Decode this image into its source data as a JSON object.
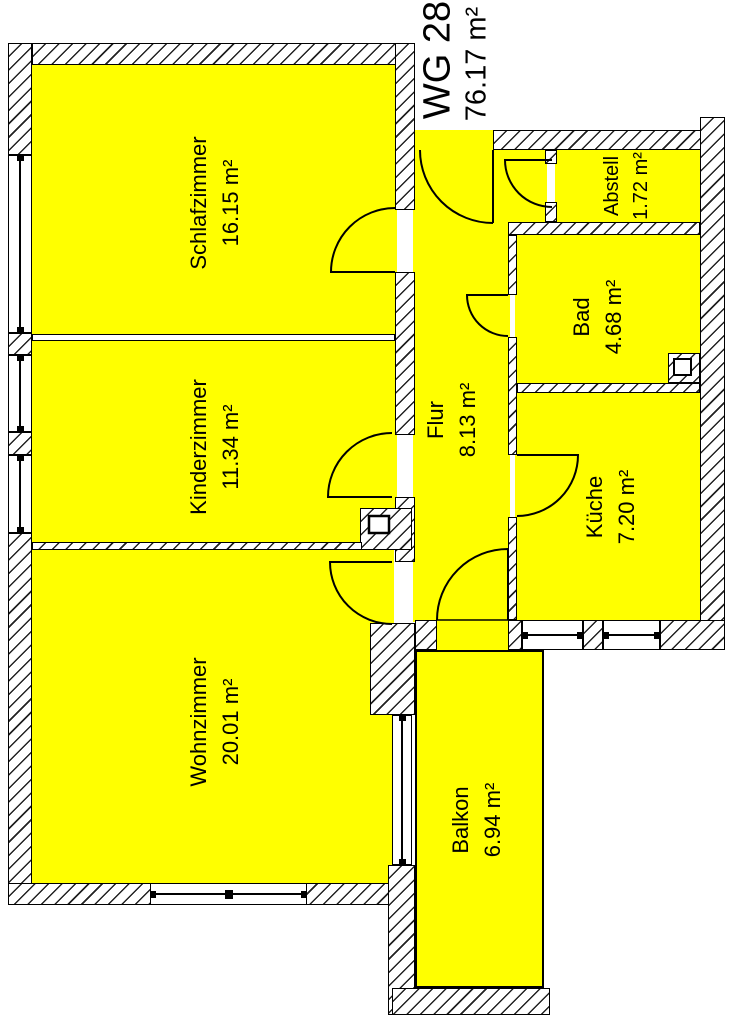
{
  "title": {
    "line1": "WG 28",
    "line2": "76.17 m²"
  },
  "colors": {
    "room_fill": "#ffff00",
    "wall_fill": "#ffffff",
    "line": "#000000",
    "background": "#ffffff"
  },
  "rooms": [
    {
      "id": "schlafzimmer",
      "name": "Schlafzimmer",
      "area": "16.15 m²"
    },
    {
      "id": "kinderzimmer",
      "name": "Kinderzimmer",
      "area": "11.34 m²"
    },
    {
      "id": "wohnzimmer",
      "name": "Wohnzimmer",
      "area": "20.01 m²"
    },
    {
      "id": "flur",
      "name": "Flur",
      "area": "8.13 m²"
    },
    {
      "id": "abstell",
      "name": "Abstell",
      "area": "1.72 m²"
    },
    {
      "id": "bad",
      "name": "Bad",
      "area": "4.68 m²"
    },
    {
      "id": "kueche",
      "name": "Küche",
      "area": "7.20 m²"
    },
    {
      "id": "balkon",
      "name": "Balkon",
      "area": "6.94 m²"
    }
  ]
}
